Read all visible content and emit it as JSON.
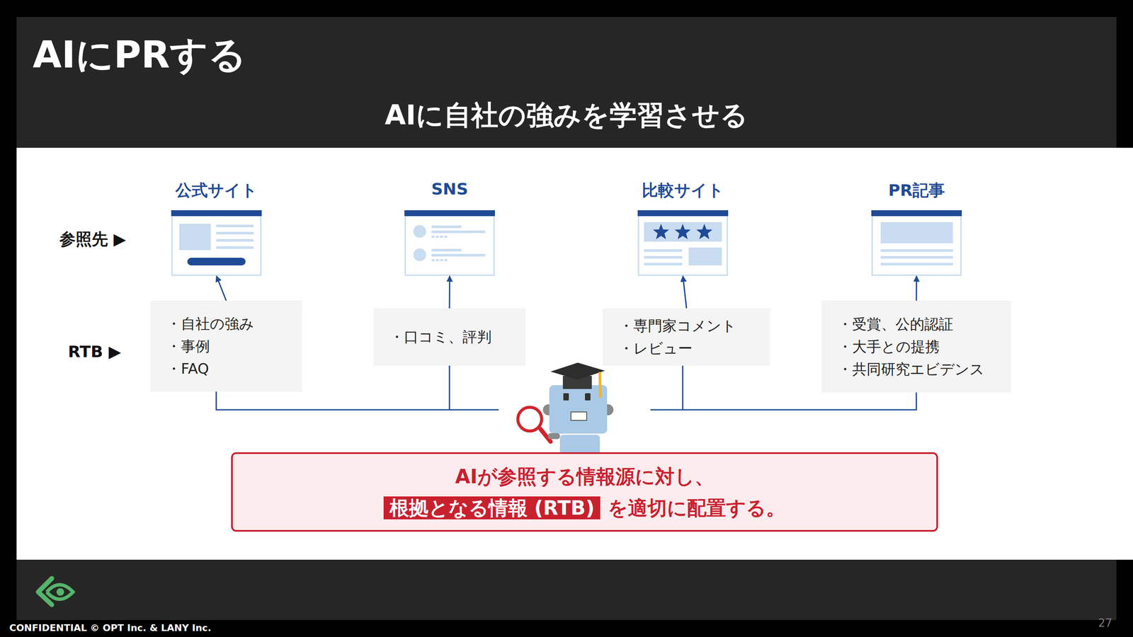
{
  "diagram": {
    "title": "AIにPRする",
    "nodes": [
      {
        "text": [
          "公式サイト"
        ]
      },
      {
        "text": [
          "SNS"
        ]
      },
      {
        "text": [
          "比較サイト"
        ]
      },
      {
        "text": [
          "PR記事"
        ]
      },
      {
        "text": [
          "・自社の強み",
          "・事例",
          "・FAQ"
        ]
      },
      {
        "text": [
          "・口コミ、評判"
        ]
      },
      {
        "text": [
          "・専門家コメント",
          "・レビュー"
        ]
      },
      {
        "text": [
          "・受賞、公的認証",
          "・大手との提携",
          "・共同研究エビデンス"
        ]
      },
      {
        "text": [
          "AIが参照する情報源に対し、",
          "根拠となる情報 (RTB)",
          "を適切に配置する。"
        ]
      }
    ],
    "edges": [
      {
        "from": 4,
        "to": 0,
        "arrow": "to"
      },
      {
        "from": 5,
        "to": 1,
        "arrow": "to"
      },
      {
        "from": 6,
        "to": 2,
        "arrow": "to"
      },
      {
        "from": 7,
        "to": 3,
        "arrow": "to"
      }
    ],
    "labels": [
      "AIに自社の強みを学習させる",
      "参照先 ▶",
      "RTB ▶",
      "CONFIDENTIAL © OPT Inc. & LANY Inc.",
      "27"
    ]
  }
}
